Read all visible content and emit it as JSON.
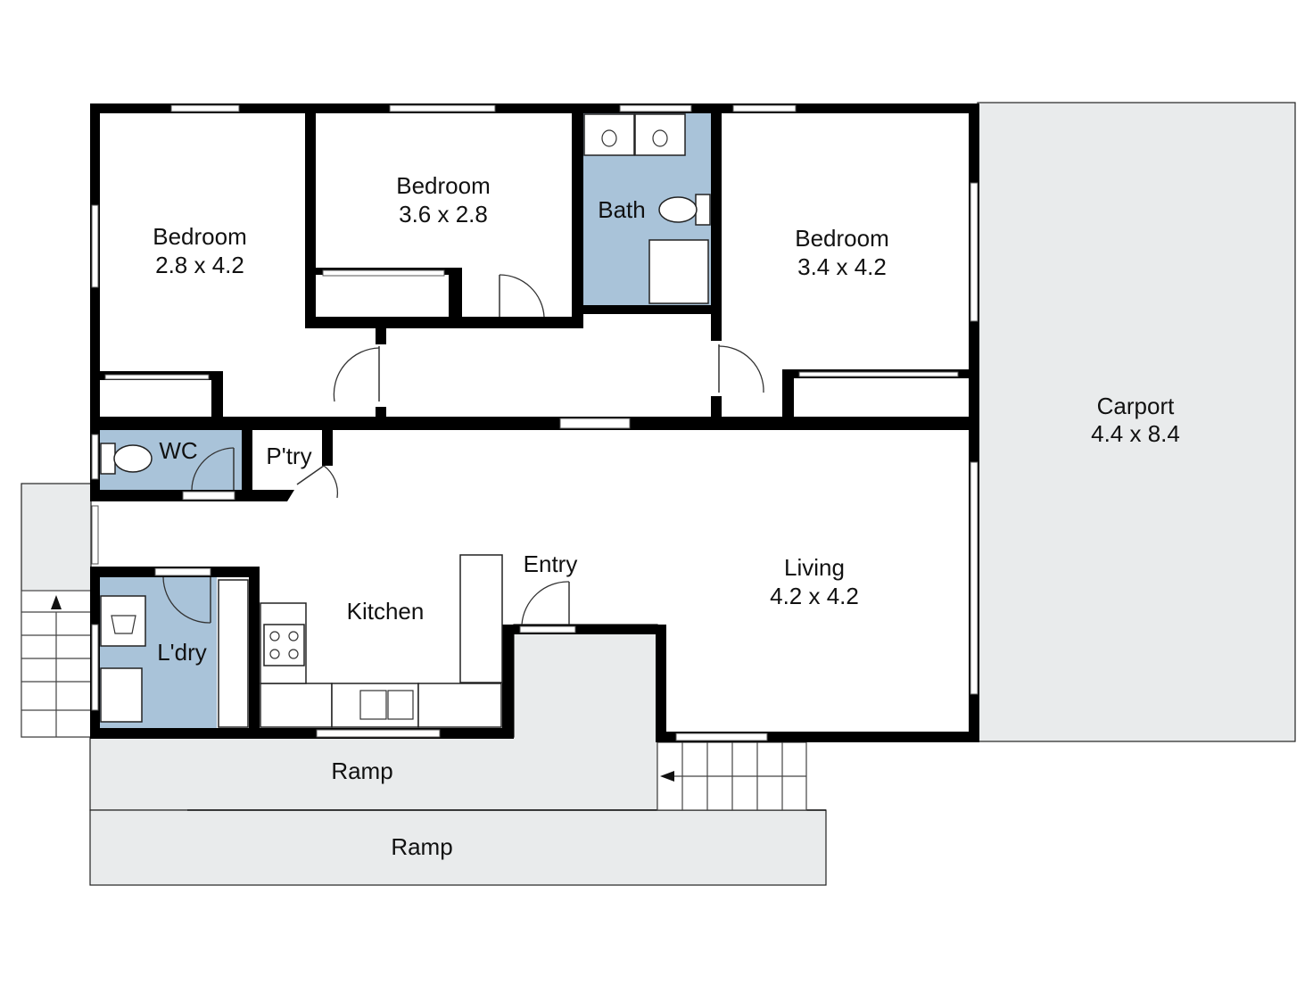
{
  "rooms": {
    "bedroom_west": {
      "name": "Bedroom",
      "dims": "2.8 x 4.2"
    },
    "bedroom_middle": {
      "name": "Bedroom",
      "dims": "3.6 x 2.8"
    },
    "bath": {
      "name": "Bath"
    },
    "bedroom_east": {
      "name": "Bedroom",
      "dims": "3.4 x 4.2"
    },
    "carport": {
      "name": "Carport",
      "dims": "4.4 x 8.4"
    },
    "wc": {
      "name": "WC"
    },
    "pantry": {
      "name": "P'try"
    },
    "entry": {
      "name": "Entry"
    },
    "kitchen": {
      "name": "Kitchen"
    },
    "living": {
      "name": "Living",
      "dims": "4.2 x 4.2"
    },
    "laundry": {
      "name": "L'dry"
    },
    "ramp_upper": {
      "name": "Ramp"
    },
    "ramp_lower": {
      "name": "Ramp"
    }
  },
  "colors": {
    "wet_area": "#a9c3d9",
    "outdoor_area": "#e9ebec",
    "wall": "#000000"
  }
}
